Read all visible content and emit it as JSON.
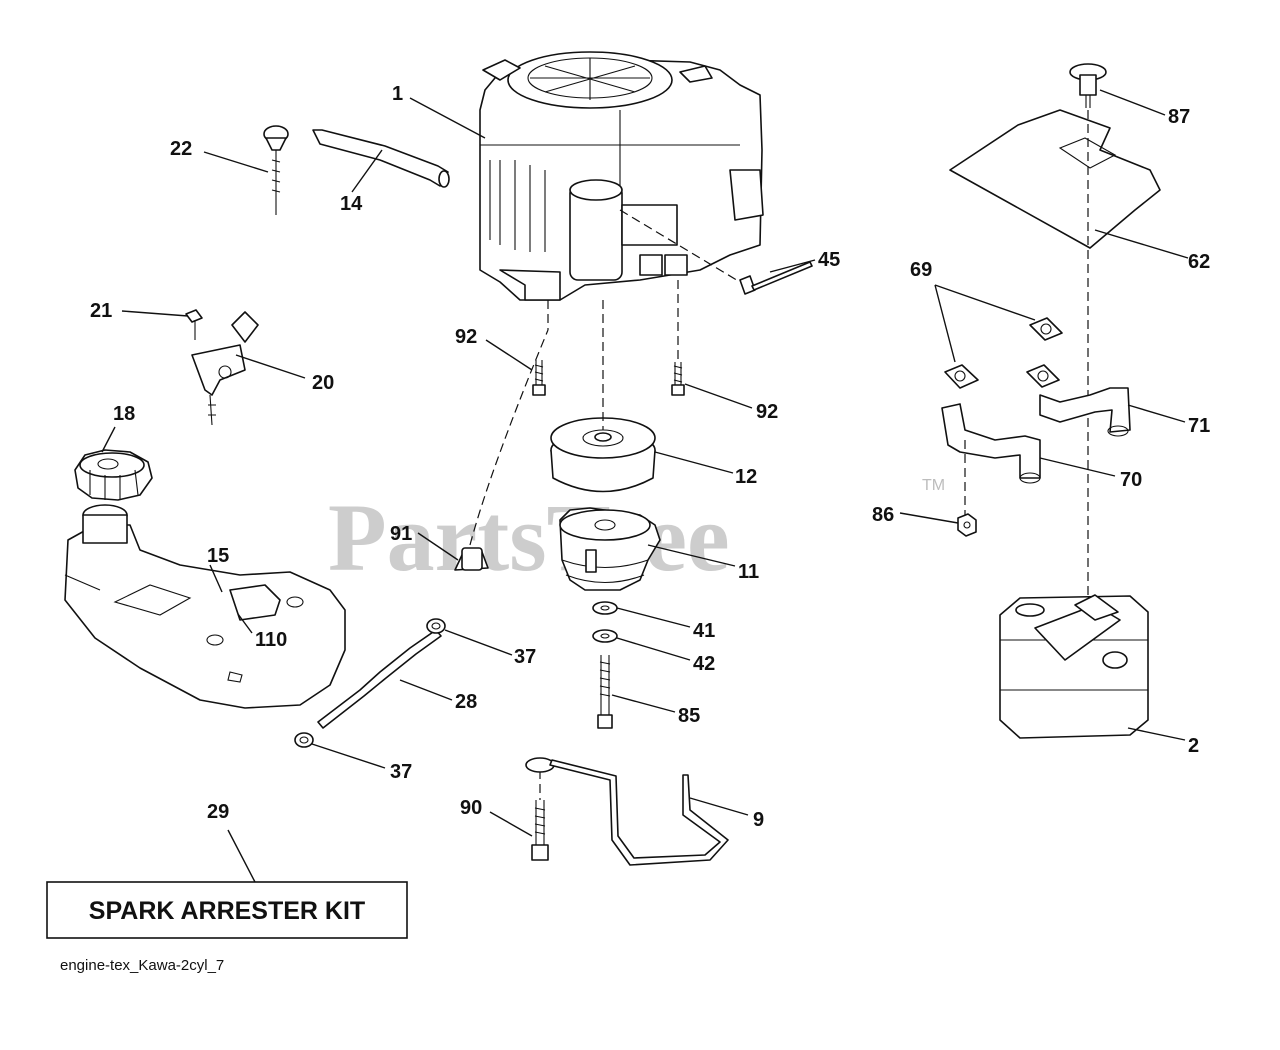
{
  "watermark": {
    "text": "PartsTree",
    "trademark": "TM"
  },
  "kit_box": {
    "label": "SPARK ARRESTER KIT"
  },
  "drawing_ref": "engine-tex_Kawa-2cyl_7",
  "callouts": [
    {
      "id": "1",
      "label": "1"
    },
    {
      "id": "22",
      "label": "22"
    },
    {
      "id": "14",
      "label": "14"
    },
    {
      "id": "87",
      "label": "87"
    },
    {
      "id": "45",
      "label": "45"
    },
    {
      "id": "62",
      "label": "62"
    },
    {
      "id": "69",
      "label": "69"
    },
    {
      "id": "21",
      "label": "21"
    },
    {
      "id": "20",
      "label": "20"
    },
    {
      "id": "92a",
      "label": "92"
    },
    {
      "id": "92b",
      "label": "92"
    },
    {
      "id": "71",
      "label": "71"
    },
    {
      "id": "18",
      "label": "18"
    },
    {
      "id": "12",
      "label": "12"
    },
    {
      "id": "70",
      "label": "70"
    },
    {
      "id": "91",
      "label": "91"
    },
    {
      "id": "86",
      "label": "86"
    },
    {
      "id": "15",
      "label": "15"
    },
    {
      "id": "11",
      "label": "11"
    },
    {
      "id": "110",
      "label": "110"
    },
    {
      "id": "41",
      "label": "41"
    },
    {
      "id": "37a",
      "label": "37"
    },
    {
      "id": "42",
      "label": "42"
    },
    {
      "id": "28",
      "label": "28"
    },
    {
      "id": "85",
      "label": "85"
    },
    {
      "id": "2",
      "label": "2"
    },
    {
      "id": "37b",
      "label": "37"
    },
    {
      "id": "29",
      "label": "29"
    },
    {
      "id": "90",
      "label": "90"
    },
    {
      "id": "9",
      "label": "9"
    }
  ]
}
